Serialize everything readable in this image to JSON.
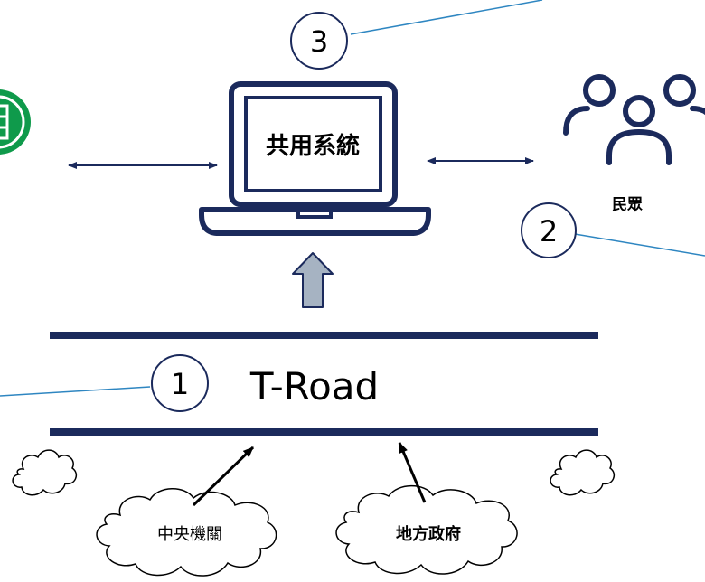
{
  "laptop": {
    "label": "共用系統"
  },
  "people": {
    "label": "民眾"
  },
  "road": {
    "label": "T-Road"
  },
  "markers": [
    "1",
    "2",
    "3"
  ],
  "clouds": {
    "central": "中央機關",
    "local": "地方政府"
  },
  "colors": {
    "navy": "#1b2a5c",
    "leader": "#2e86c1",
    "arrow_fill": "#a6b3c2",
    "logo_green": "#0f9a4b"
  },
  "icons": [
    "laptop-icon",
    "people-icon",
    "logo-icon",
    "cloud-icon",
    "up-arrow-icon"
  ]
}
